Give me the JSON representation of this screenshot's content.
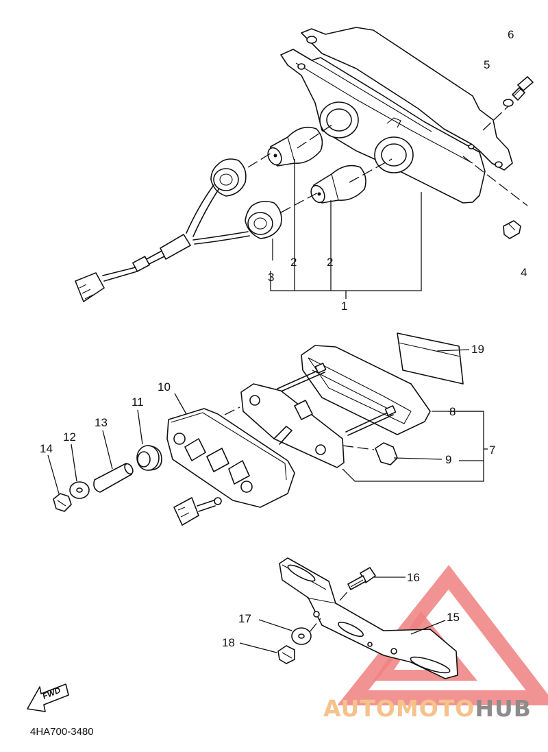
{
  "callouts": {
    "c1": "1",
    "c2a": "2",
    "c2b": "2",
    "c3": "3",
    "c4": "4",
    "c5": "5",
    "c6": "6",
    "c7": "7",
    "c8": "8",
    "c9": "9",
    "c10": "10",
    "c11": "11",
    "c12": "12",
    "c13": "13",
    "c14": "14",
    "c15": "15",
    "c16": "16",
    "c17": "17",
    "c18": "18",
    "c19": "19"
  },
  "diagram_code": "4HA700-3480",
  "fwd_label": "FWD",
  "watermark": {
    "part1": "AUTOMOTO",
    "part2": "HUB",
    "color1": "#f5c28a",
    "color2": "#8c8c8c",
    "triangle_color": "#f08080"
  }
}
